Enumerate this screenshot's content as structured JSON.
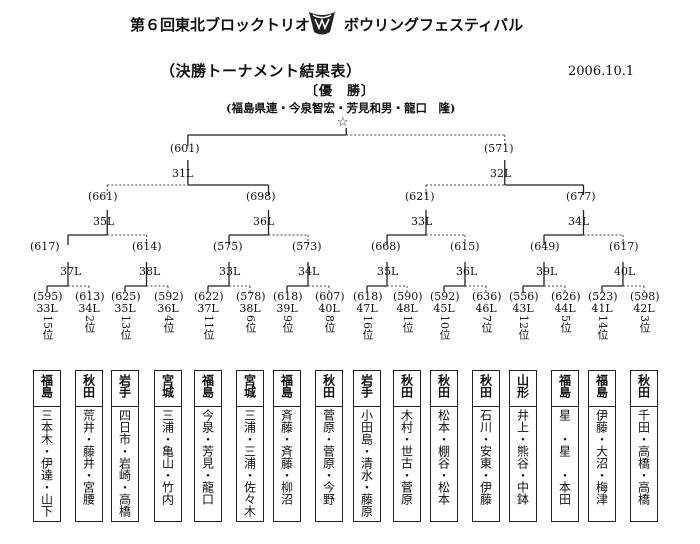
{
  "header": {
    "title_left": "第６回東北ブロックトリオ",
    "title_right": "ボウリングフェスティバル",
    "subtitle": "（決勝トーナメント結果表）",
    "date": "2006.10.1",
    "champion_label": "〔優　勝〕",
    "winners": "(福島県連・今泉智宏・芳見和男・龍口　隆)"
  },
  "bracket": {
    "final": {
      "left_score": "(601)",
      "right_score": "(571)"
    },
    "final_lanes": [
      "31L",
      "32L"
    ],
    "semi_scores": [
      "(661)",
      "(698)",
      "(621)",
      "(677)"
    ],
    "semi_lanes": [
      "35L",
      "36L",
      "33L",
      "34L"
    ],
    "qf_scores": [
      "(617)",
      "(614)",
      "(575)",
      "(573)",
      "(668)",
      "(615)",
      "(649)",
      "(617)"
    ],
    "qf_lanes": [
      "37L",
      "38L",
      "33L",
      "34L",
      "35L",
      "36L",
      "39L",
      "40L"
    ]
  },
  "teams": [
    {
      "score": "(595)",
      "lane": "33L",
      "rank": "15位",
      "pref": "福島",
      "players": "三本木・伊達・山下"
    },
    {
      "score": "(613)",
      "lane": "34L",
      "rank": "2位",
      "pref": "秋田",
      "players": "荒井・藤井・宮腰"
    },
    {
      "score": "(625)",
      "lane": "35L",
      "rank": "13位",
      "pref": "岩手",
      "players": "四日市・岩崎・高橋"
    },
    {
      "score": "(592)",
      "lane": "36L",
      "rank": "4位",
      "pref": "宮城",
      "players": "三浦・亀山・竹内"
    },
    {
      "score": "(622)",
      "lane": "37L",
      "rank": "11位",
      "pref": "福島",
      "players": "今泉・芳見・龍口"
    },
    {
      "score": "(578)",
      "lane": "38L",
      "rank": "6位",
      "pref": "宮城",
      "players": "三浦・三浦・佐々木"
    },
    {
      "score": "(618)",
      "lane": "39L",
      "rank": "9位",
      "pref": "福島",
      "players": "斉藤・斉藤・柳沼"
    },
    {
      "score": "(607)",
      "lane": "40L",
      "rank": "8位",
      "pref": "秋田",
      "players": "菅原・菅原・今野"
    },
    {
      "score": "(618)",
      "lane": "47L",
      "rank": "16位",
      "pref": "岩手",
      "players": "小田島・清水・藤原"
    },
    {
      "score": "(590)",
      "lane": "48L",
      "rank": "1位",
      "pref": "秋田",
      "players": "木村・世古・菅原"
    },
    {
      "score": "(592)",
      "lane": "45L",
      "rank": "10位",
      "pref": "秋田",
      "players": "松本・棚谷・松本"
    },
    {
      "score": "(636)",
      "lane": "46L",
      "rank": "7位",
      "pref": "秋田",
      "players": "石川・安東・伊藤"
    },
    {
      "score": "(556)",
      "lane": "43L",
      "rank": "12位",
      "pref": "山形",
      "players": "井上・熊谷・中鉢"
    },
    {
      "score": "(626)",
      "lane": "44L",
      "rank": "5位",
      "pref": "福島",
      "players": "星　・星　・本田"
    },
    {
      "score": "(523)",
      "lane": "41L",
      "rank": "14位",
      "pref": "福島",
      "players": "伊藤・大沼・梅津"
    },
    {
      "score": "(598)",
      "lane": "42L",
      "rank": "3位",
      "pref": "秋田",
      "players": "千田・高橋・高橋"
    }
  ]
}
